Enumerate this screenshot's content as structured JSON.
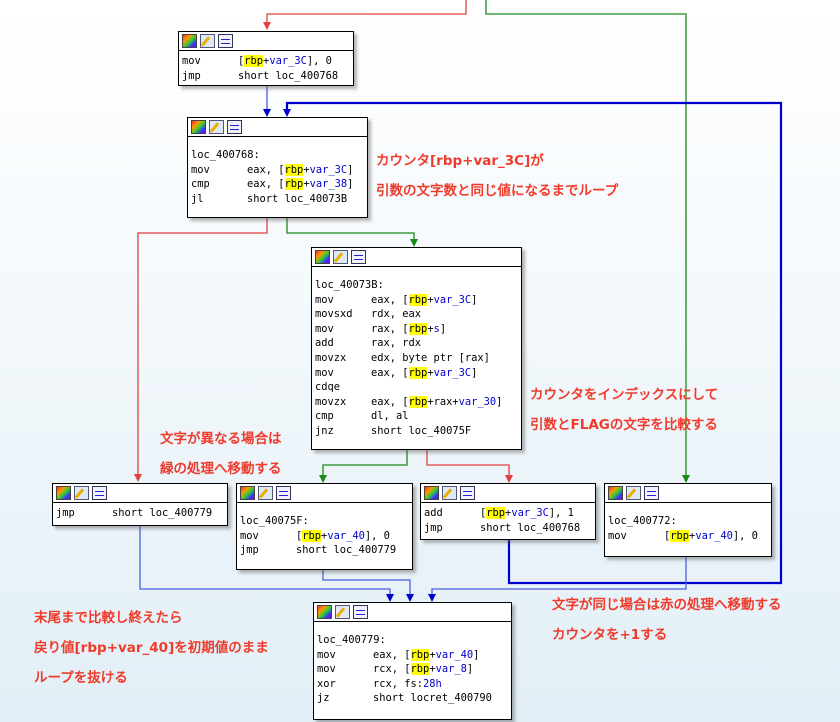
{
  "colors": {
    "edge_true": "#1a8a1a",
    "edge_false": "#e04040",
    "edge_jump": "#0000cc",
    "edge_jump_light": "#4a60e0",
    "annotation": "#ef3b2b",
    "highlight": "#ffff00"
  },
  "blocks": [
    {
      "id": "init",
      "lines": [
        {
          "m": "mov",
          "o": [
            {
              "t": "["
            },
            {
              "h": "rbp"
            },
            {
              "t": "+"
            },
            {
              "v": "var_3C"
            },
            {
              "t": "], 0"
            }
          ]
        },
        {
          "m": "jmp",
          "o": [
            {
              "t": "short loc_400768"
            }
          ]
        }
      ]
    },
    {
      "id": "loc_400768",
      "label": "loc_400768:",
      "lines": [
        {
          "m": "mov",
          "o": [
            {
              "t": "eax, ["
            },
            {
              "h": "rbp"
            },
            {
              "t": "+"
            },
            {
              "v": "var_3C"
            },
            {
              "t": "]"
            }
          ]
        },
        {
          "m": "cmp",
          "o": [
            {
              "t": "eax, ["
            },
            {
              "h": "rbp"
            },
            {
              "t": "+"
            },
            {
              "v": "var_38"
            },
            {
              "t": "]"
            }
          ]
        },
        {
          "m": "jl",
          "o": [
            {
              "t": "short loc_40073B"
            }
          ]
        }
      ]
    },
    {
      "id": "loc_40073B",
      "label": "loc_40073B:",
      "lines": [
        {
          "m": "mov",
          "o": [
            {
              "t": "eax, ["
            },
            {
              "h": "rbp"
            },
            {
              "t": "+"
            },
            {
              "v": "var_3C"
            },
            {
              "t": "]"
            }
          ]
        },
        {
          "m": "movsxd",
          "o": [
            {
              "t": "rdx, eax"
            }
          ]
        },
        {
          "m": "mov",
          "o": [
            {
              "t": "rax, ["
            },
            {
              "h": "rbp"
            },
            {
              "t": "+"
            },
            {
              "v": "s"
            },
            {
              "t": "]"
            }
          ]
        },
        {
          "m": "add",
          "o": [
            {
              "t": "rax, rdx"
            }
          ]
        },
        {
          "m": "movzx",
          "o": [
            {
              "t": "edx, byte ptr [rax]"
            }
          ]
        },
        {
          "m": "mov",
          "o": [
            {
              "t": "eax, ["
            },
            {
              "h": "rbp"
            },
            {
              "t": "+"
            },
            {
              "v": "var_3C"
            },
            {
              "t": "]"
            }
          ]
        },
        {
          "m": "cdqe",
          "o": []
        },
        {
          "m": "movzx",
          "o": [
            {
              "t": "eax, ["
            },
            {
              "h": "rbp"
            },
            {
              "t": "+rax+"
            },
            {
              "v": "var_30"
            },
            {
              "t": "]"
            }
          ]
        },
        {
          "m": "cmp",
          "o": [
            {
              "t": "dl, al"
            }
          ]
        },
        {
          "m": "jnz",
          "o": [
            {
              "t": "short loc_40075F"
            }
          ]
        }
      ]
    },
    {
      "id": "jmp_400779",
      "lines": [
        {
          "m": "jmp",
          "o": [
            {
              "t": "short loc_400779"
            }
          ]
        }
      ]
    },
    {
      "id": "loc_40075F",
      "label": "loc_40075F:",
      "lines": [
        {
          "m": "mov",
          "o": [
            {
              "t": "["
            },
            {
              "h": "rbp"
            },
            {
              "t": "+"
            },
            {
              "v": "var_40"
            },
            {
              "t": "], 0"
            }
          ]
        },
        {
          "m": "jmp",
          "o": [
            {
              "t": "short loc_400779"
            }
          ]
        }
      ]
    },
    {
      "id": "inc_counter",
      "lines": [
        {
          "m": "add",
          "o": [
            {
              "t": "["
            },
            {
              "h": "rbp"
            },
            {
              "t": "+"
            },
            {
              "v": "var_3C"
            },
            {
              "t": "], 1"
            }
          ]
        },
        {
          "m": "jmp",
          "o": [
            {
              "t": "short loc_400768"
            }
          ]
        }
      ]
    },
    {
      "id": "loc_400772",
      "label": "loc_400772:",
      "lines": [
        {
          "m": "mov",
          "o": [
            {
              "t": "["
            },
            {
              "h": "rbp"
            },
            {
              "t": "+"
            },
            {
              "v": "var_40"
            },
            {
              "t": "], 0"
            }
          ]
        }
      ]
    },
    {
      "id": "loc_400779",
      "label": "loc_400779:",
      "lines": [
        {
          "m": "mov",
          "o": [
            {
              "t": "eax, ["
            },
            {
              "h": "rbp"
            },
            {
              "t": "+"
            },
            {
              "v": "var_40"
            },
            {
              "t": "]"
            }
          ]
        },
        {
          "m": "mov",
          "o": [
            {
              "t": "rcx, ["
            },
            {
              "h": "rbp"
            },
            {
              "t": "+"
            },
            {
              "v": "var_8"
            },
            {
              "t": "]"
            }
          ]
        },
        {
          "m": "xor",
          "o": [
            {
              "t": "rcx, fs:"
            },
            {
              "v": "28h"
            }
          ]
        },
        {
          "m": "jz",
          "o": [
            {
              "t": "short locret_400790"
            }
          ]
        }
      ]
    }
  ],
  "annotations": {
    "counter_loop": [
      "カウンタ[rbp+var_3C]が",
      "引数の文字数と同じ値になるまでループ"
    ],
    "compare": [
      "カウンタをインデックスにして",
      "引数とFLAGの文字を比較する"
    ],
    "differ": [
      "文字が異なる場合は",
      "緑の処理へ移動する"
    ],
    "same": [
      "文字が同じ場合は赤の処理へ移動する",
      "カウンタを+1する"
    ],
    "end": [
      "末尾まで比較し終えたら",
      "戻り値[rbp+var_40]を初期値のまま",
      "ループを抜ける"
    ]
  }
}
